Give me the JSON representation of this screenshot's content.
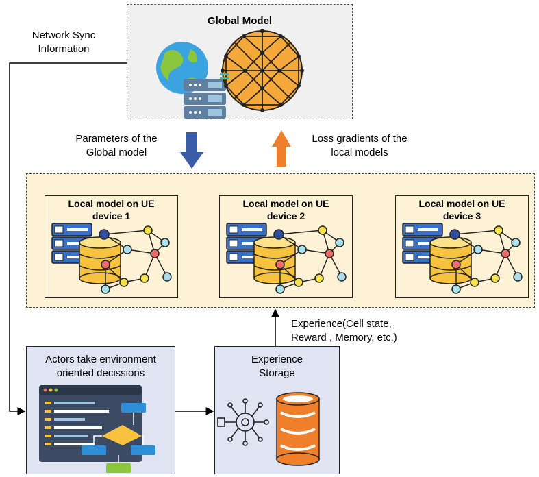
{
  "global_model": {
    "title": "Global Model"
  },
  "labels": {
    "network_sync": "Network Sync\nInformation",
    "network_sync_line1": "Network Sync",
    "network_sync_line2": "Information",
    "params_line1": "Parameters of the",
    "params_line2": "Global model",
    "loss_line1": "Loss gradients of the",
    "loss_line2": "local models",
    "experience_line1": "Experience(Cell state,",
    "experience_line2": "Reward , Memory, etc.)"
  },
  "local_models": [
    {
      "line1": "Local model on UE",
      "line2": "device 1"
    },
    {
      "line1": "Local model on UE",
      "line2": "device 2"
    },
    {
      "line1": "Local model on UE",
      "line2": "device 3"
    }
  ],
  "actors": {
    "line1": "Actors take environment",
    "line2": "oriented decissions"
  },
  "storage": {
    "line1": "Experience",
    "line2": "Storage"
  },
  "colors": {
    "down_arrow": "#3a5ba8",
    "up_arrow": "#ef7f2a",
    "global_bg": "#f0f0f0",
    "local_bg": "#fdf2d6",
    "bottom_bg": "#dfe3f2"
  }
}
